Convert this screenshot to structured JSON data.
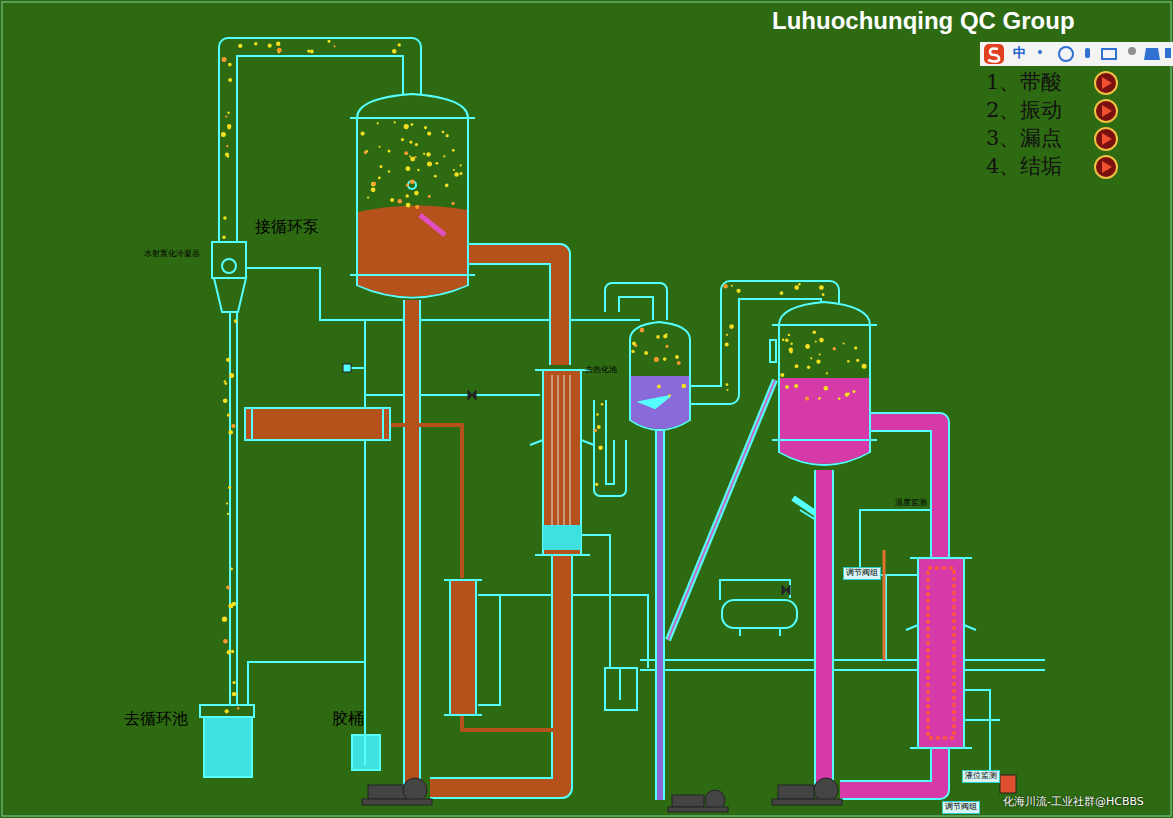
{
  "diagram": {
    "title": "Luhuochunqing QC Group",
    "nodes": [
      {
        "text": [
          "调节阀组"
        ]
      },
      {
        "text": [
          "液位监测"
        ]
      },
      {
        "text": [
          "调节阀组"
        ]
      }
    ],
    "labels": [
      "中",
      "1、带酸",
      "2、振动",
      "3、漏点",
      "4、结垢",
      "接循环泵",
      "水射泵化冷凝器",
      "去循环池",
      "胶桶",
      "去热化池",
      "温度监测",
      "化海川流-工业社群@HCBBS"
    ]
  }
}
